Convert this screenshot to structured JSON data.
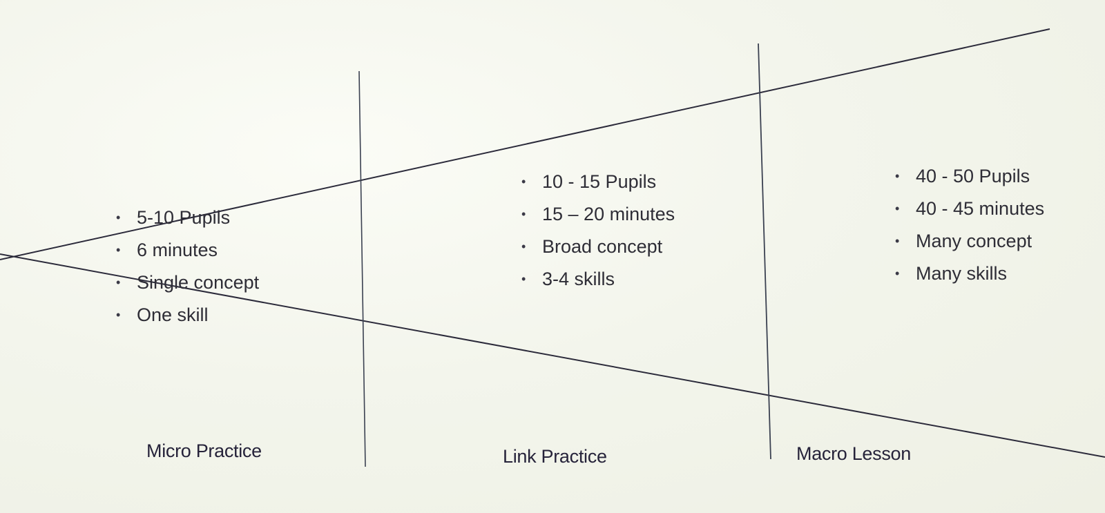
{
  "diagram": {
    "type": "funnel-comparison",
    "line_color": "#2b2a3a",
    "sections": [
      {
        "id": "micro",
        "label": "Micro Practice",
        "bullets": [
          "5-10 Pupils",
          "6 minutes",
          "Single concept",
          "One skill"
        ]
      },
      {
        "id": "link",
        "label": "Link Practice",
        "bullets": [
          "10 - 15 Pupils",
          "15 – 20 minutes",
          "Broad  concept",
          "3-4 skills"
        ]
      },
      {
        "id": "macro",
        "label": "Macro Lesson",
        "bullets": [
          "40 - 50 Pupils",
          "40 - 45 minutes",
          "Many  concept",
          "Many skills"
        ]
      }
    ],
    "bullet_glyph": "•"
  }
}
